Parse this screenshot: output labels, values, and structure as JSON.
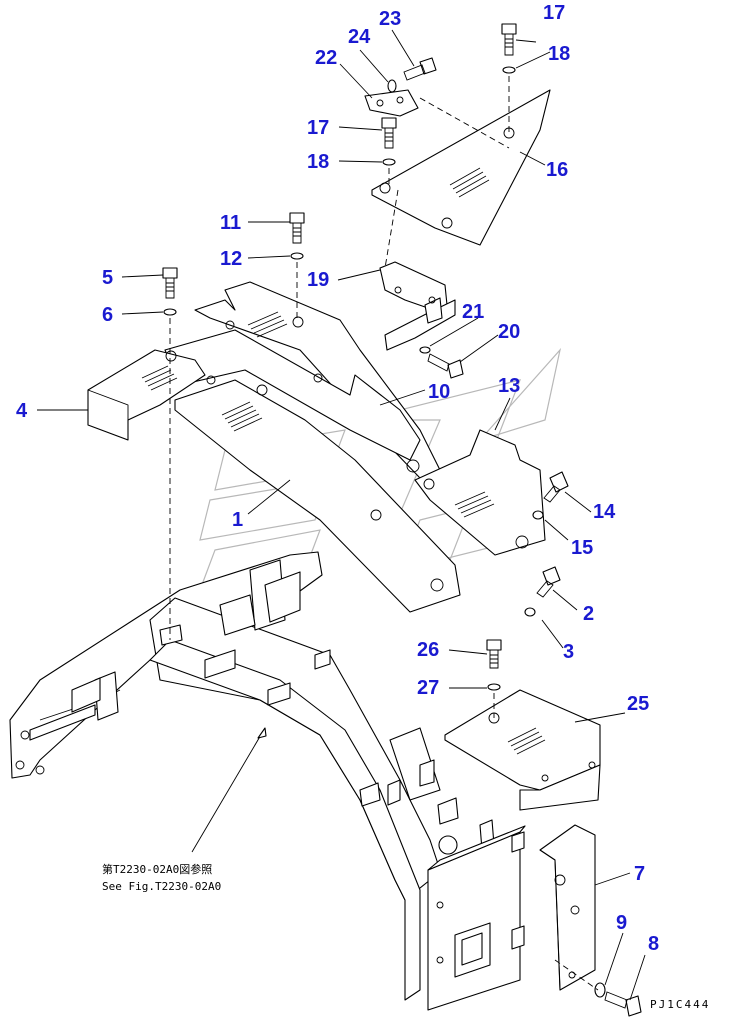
{
  "callouts": [
    {
      "id": "1",
      "text": "1"
    },
    {
      "id": "2",
      "text": "2"
    },
    {
      "id": "3",
      "text": "3"
    },
    {
      "id": "4",
      "text": "4"
    },
    {
      "id": "5",
      "text": "5"
    },
    {
      "id": "6",
      "text": "6"
    },
    {
      "id": "7",
      "text": "7"
    },
    {
      "id": "8",
      "text": "8"
    },
    {
      "id": "9",
      "text": "9"
    },
    {
      "id": "10",
      "text": "10"
    },
    {
      "id": "11",
      "text": "11"
    },
    {
      "id": "12",
      "text": "12"
    },
    {
      "id": "13",
      "text": "13"
    },
    {
      "id": "14",
      "text": "14"
    },
    {
      "id": "15",
      "text": "15"
    },
    {
      "id": "16",
      "text": "16"
    },
    {
      "id": "17a",
      "text": "17"
    },
    {
      "id": "17b",
      "text": "17"
    },
    {
      "id": "18a",
      "text": "18"
    },
    {
      "id": "18b",
      "text": "18"
    },
    {
      "id": "19",
      "text": "19"
    },
    {
      "id": "20",
      "text": "20"
    },
    {
      "id": "21",
      "text": "21"
    },
    {
      "id": "22",
      "text": "22"
    },
    {
      "id": "23",
      "text": "23"
    },
    {
      "id": "24",
      "text": "24"
    },
    {
      "id": "25",
      "text": "25"
    },
    {
      "id": "26",
      "text": "26"
    },
    {
      "id": "27",
      "text": "27"
    }
  ],
  "reference_note": {
    "line_jp": "第T2230-02A0図参照",
    "line_en": "See Fig.T2230-02A0"
  },
  "drawing_code": "PJ1C444",
  "colors": {
    "callout": "#1a1ad0",
    "line": "#000000",
    "watermark": "#b8b8b8"
  }
}
